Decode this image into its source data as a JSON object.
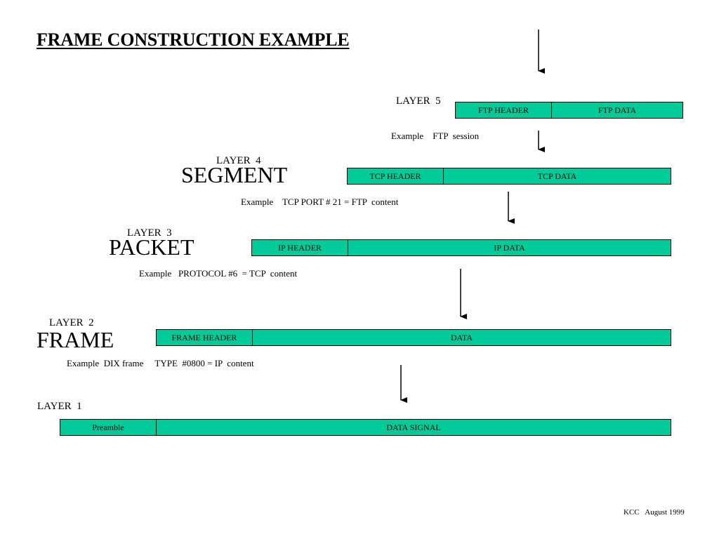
{
  "title": "FRAME CONSTRUCTION EXAMPLE",
  "colors": {
    "field_fill": "#00cc99",
    "border": "#000000"
  },
  "layers": [
    {
      "layer_label": "LAYER  5",
      "fields": [
        "FTP HEADER",
        "FTP DATA"
      ],
      "example": "Example    FTP  session"
    },
    {
      "layer_label": "LAYER  4",
      "unit_name": "SEGMENT",
      "fields": [
        "TCP HEADER",
        "TCP DATA"
      ],
      "example": "Example    TCP PORT # 21 = FTP  content"
    },
    {
      "layer_label": "LAYER  3",
      "unit_name": "PACKET",
      "fields": [
        "IP HEADER",
        "IP DATA"
      ],
      "example": "Example   PROTOCOL #6  = TCP  content"
    },
    {
      "layer_label": "LAYER  2",
      "unit_name": "FRAME",
      "fields": [
        "FRAME HEADER",
        "DATA"
      ],
      "example": "Example  DIX frame     TYPE  #0800 = IP  content"
    },
    {
      "layer_label": "LAYER  1",
      "fields": [
        "Preamble",
        "DATA SIGNAL"
      ]
    }
  ],
  "footer": "KCC   August 1999"
}
